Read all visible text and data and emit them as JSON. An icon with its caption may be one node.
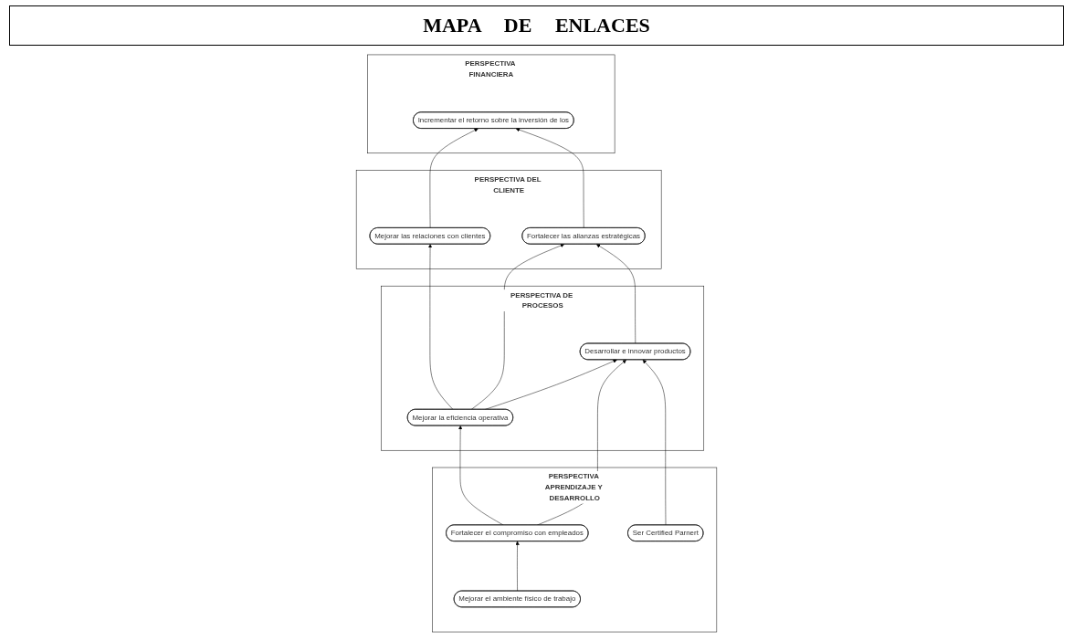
{
  "diagram": {
    "title": "MAPA DE ENLACES",
    "nodes": [
      {
        "text": [
          "PERSPECTIVA FINANCIERA"
        ]
      },
      {
        "text": [
          "Incrementar el retorno sobre la inversión de los"
        ],
        "in": 0
      },
      {
        "text": [
          "PERSPECTIVA DEL CLIENTE"
        ]
      },
      {
        "text": [
          "Mejorar las relaciones con clientes"
        ],
        "in": 2
      },
      {
        "text": [
          "Fortalecer las alianzas estratégicas"
        ],
        "in": 2
      },
      {
        "text": [
          "PERSPECTIVA DE PROCESOS"
        ]
      },
      {
        "text": [
          "Mejorar la eficiencia operativa"
        ],
        "in": 5
      },
      {
        "text": [
          "Desarrollar e innovar productos"
        ],
        "in": 5
      },
      {
        "text": [
          "PERSPECTIVA APRENDIZAJE Y DESARROLLO"
        ]
      },
      {
        "text": [
          "Fortalecer el compromiso con empleados"
        ],
        "in": 8
      },
      {
        "text": [
          "Mejorar el ambiente físico de trabajo"
        ],
        "in": 8
      },
      {
        "text": [
          "Ser Certified Parnert"
        ],
        "in": 8
      }
    ],
    "edges": [
      {
        "from": 3,
        "to": 1,
        "arrow": "to"
      },
      {
        "from": 4,
        "to": 1,
        "arrow": "to"
      },
      {
        "from": 6,
        "to": 3,
        "arrow": "to"
      },
      {
        "from": 6,
        "to": 4,
        "arrow": "to"
      },
      {
        "from": 6,
        "to": 7,
        "arrow": "to"
      },
      {
        "from": 7,
        "to": 4,
        "arrow": "to"
      },
      {
        "from": 9,
        "to": 6,
        "arrow": "to"
      },
      {
        "from": 9,
        "to": 7,
        "arrow": "to"
      },
      {
        "from": 10,
        "to": 9,
        "arrow": "to"
      },
      {
        "from": 11,
        "to": 7,
        "arrow": "to"
      }
    ]
  }
}
